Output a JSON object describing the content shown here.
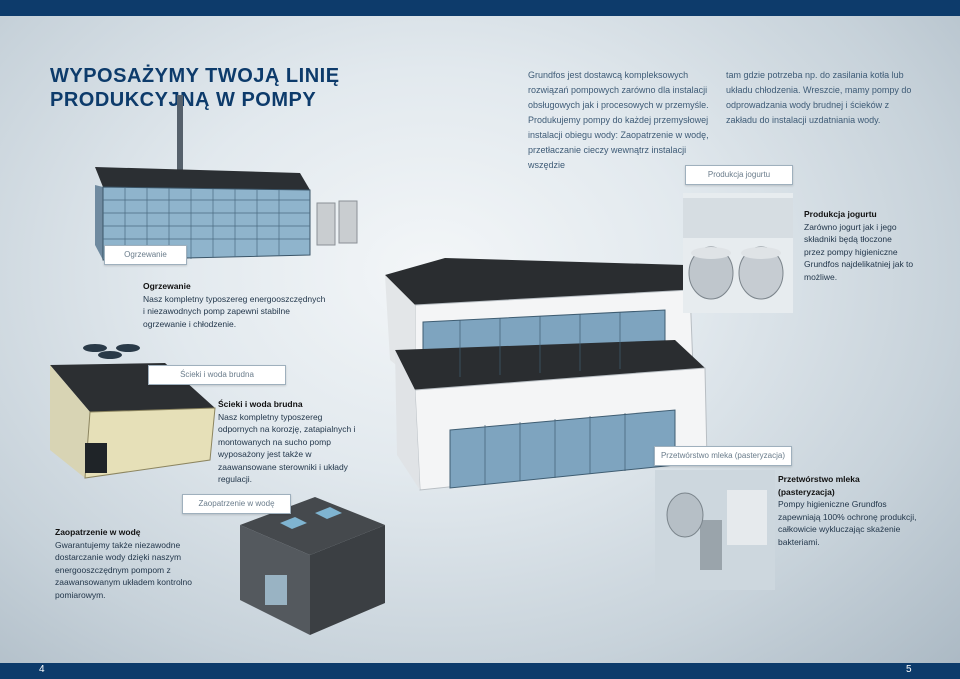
{
  "page": {
    "left_page_number": "4",
    "right_page_number": "5"
  },
  "title": "WYPOSAŻYMY TWOJĄ LINIĘ PRODUKCYJNĄ W POMPY",
  "intro": {
    "column1": "Grundfos jest dostawcą kompleksowych rozwiązań pompowych zarówno dla instalacji obsługowych jak i procesowych w przemyśle. Produkujemy pompy do każdej przemysłowej instalacji obiegu wody: Zaopatrzenie w wodę, przetłaczanie cieczy wewnątrz instalacji wszędzie",
    "column2": "tam gdzie potrzeba np. do zasilania kotła lub układu chłodzenia. Wreszcie, mamy pompy do odprowadzania wody brudnej i ścieków z zakładu do instalacji uzdatniania wody."
  },
  "callouts": {
    "ogrzewanie": {
      "tag": "Ogrzewanie",
      "heading": "Ogrzewanie",
      "text": "Nasz kompletny typoszereg energooszczędnych i niezawodnych pomp zapewni stabilne ogrzewanie i chłodzenie."
    },
    "jogurt": {
      "tag": "Produkcja jogurtu",
      "heading": "Produkcja jogurtu",
      "text": "Zarówno jogurt jak i jego składniki będą tłoczone przez pompy higieniczne Grundfos najdelikatniej jak to możliwe."
    },
    "scieki": {
      "tag": "Ścieki i woda brudna",
      "heading": "Ścieki i woda brudna",
      "text": "Nasz kompletny typoszereg odpornych na korozję, zatapialnych i montowanych na sucho pomp wyposażony jest także w zaawansowane sterowniki i układy regulacji."
    },
    "mleko": {
      "tag": "Przetwórstwo mleka (pasteryzacja)",
      "heading": "Przetwórstwo mleka (pasteryzacja)",
      "text": "Pompy higieniczne Grundfos zapewniają 100% ochronę produkcji, całkowicie wykluczając skażenie bakteriami."
    },
    "woda": {
      "tag": "Zaopatrzenie w wodę",
      "heading": "Zaopatrzenie w wodę",
      "text": "Gwarantujemy także niezawodne dostarczanie wody dzięki naszym energooszczędnym pompom z zaawansowanym układem kontrolno pomiarowym."
    }
  },
  "colors": {
    "brand_blue": "#0d3b6b",
    "text_blue": "#3e5b76"
  },
  "illustrations": [
    "heating-plant-building",
    "main-factory-building",
    "wastewater-building",
    "water-supply-building",
    "yogurt-tanks-photo",
    "milk-pasteurization-photo"
  ]
}
